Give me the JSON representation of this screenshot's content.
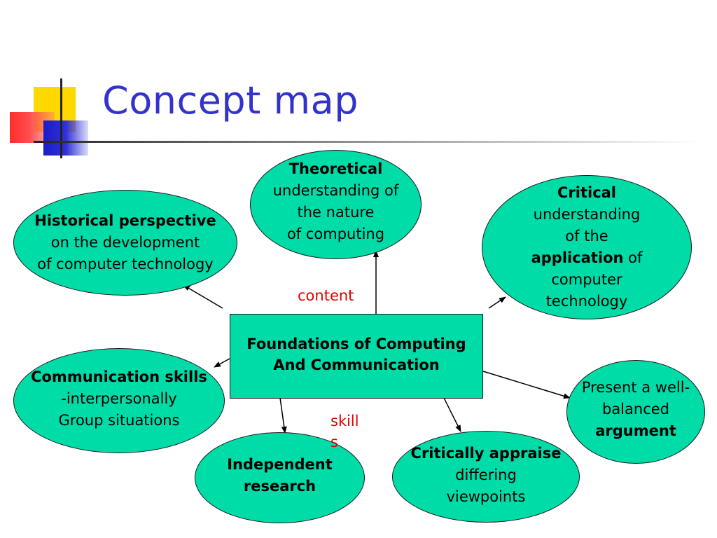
{
  "slide": {
    "title": "Concept map"
  },
  "center": {
    "line1": "Foundations of Computing",
    "line2": "And Communication"
  },
  "nodes": {
    "historical": {
      "bold": "Historical perspective",
      "line2": "on the development",
      "line3": "of computer technology"
    },
    "theoretical": {
      "bold": "Theoretical",
      "line2": "understanding of",
      "line3": "the nature",
      "line4": "of computing"
    },
    "critical": {
      "bold": "Critical",
      "line2": "understanding",
      "line3": "of the",
      "bold2": "application",
      "line4_suffix": " of",
      "line5": "computer",
      "line6": "technology"
    },
    "communication": {
      "bold": "Communication skills",
      "line2": "-interpersonally",
      "line3": "Group situations"
    },
    "independent": {
      "bold1": "Independent",
      "bold2": "research"
    },
    "appraise": {
      "bold": "Critically appraise",
      "line2": "differing",
      "line3": "viewpoints"
    },
    "present": {
      "line1": "Present a well-",
      "line2": "balanced",
      "bold": "argument"
    }
  },
  "edge_labels": {
    "content": "content",
    "skills_1": "skill",
    "skills_2": "s"
  },
  "colors": {
    "node_fill": "#00dca8",
    "title": "#3333cc",
    "edge_label": "#e00000"
  }
}
